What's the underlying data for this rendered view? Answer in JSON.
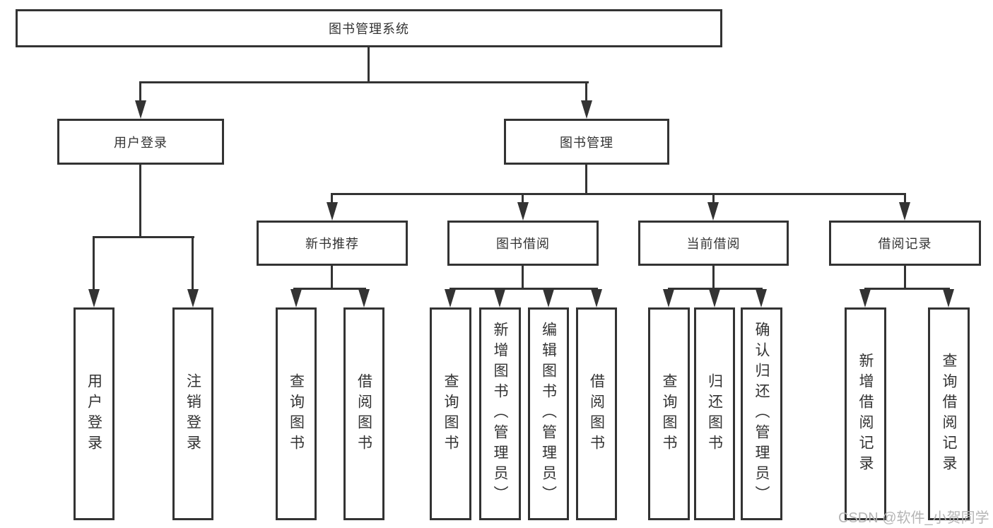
{
  "diagram": {
    "title": "图书管理系统",
    "nodes": {
      "root": "图书管理系统",
      "user_login": "用户登录",
      "book_mgmt": "图书管理",
      "new_books": "新书推荐",
      "borrow": "图书借阅",
      "current": "当前借阅",
      "records": "借阅记录"
    },
    "leaves": {
      "user_login": [
        "用户登录",
        "注销登录"
      ],
      "new_books": [
        "查询图书",
        "借阅图书"
      ],
      "borrow": [
        "查询图书",
        "新增图书（管理员）",
        "编辑图书（管理员）",
        "借阅图书"
      ],
      "current": [
        "查询图书",
        "归还图书",
        "确认归还（管理员）"
      ],
      "records": [
        "新增借阅记录",
        "查询借阅记录"
      ]
    },
    "colors": {
      "line": "#333333",
      "text": "#333333",
      "background": "#ffffff",
      "watermark": "#b5b5b5"
    },
    "watermark": "CSDN @软件_小贺同学"
  }
}
